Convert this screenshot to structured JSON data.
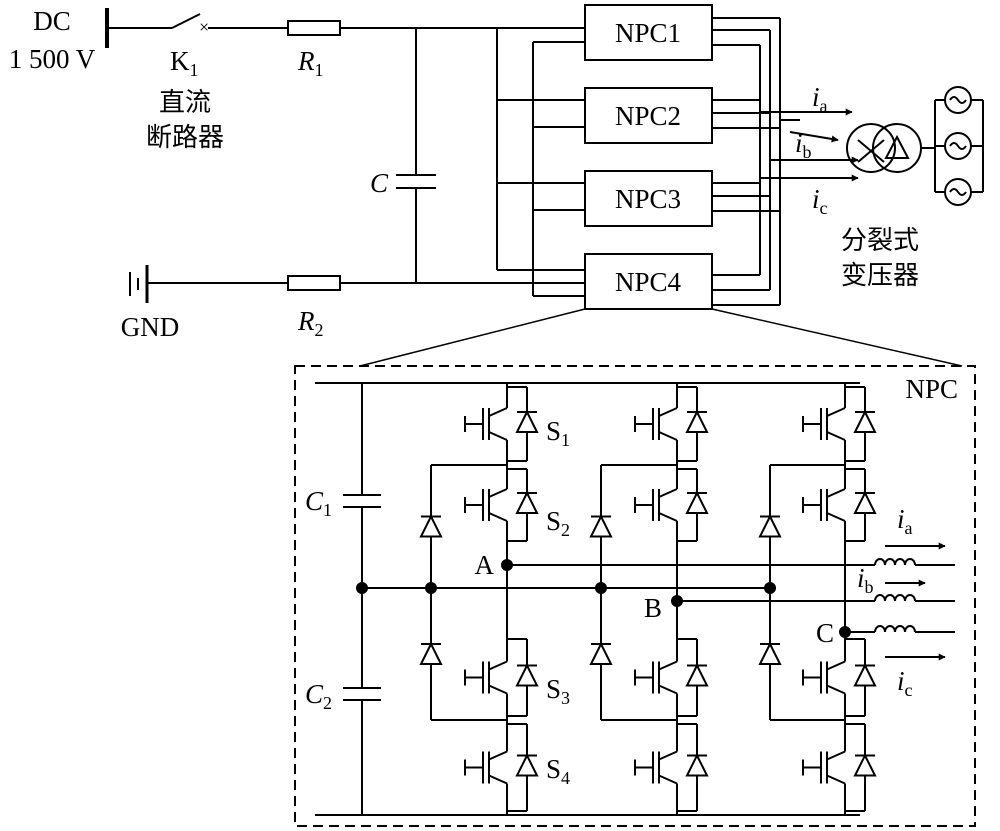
{
  "colors": {
    "line": "#000000",
    "background": "#ffffff"
  },
  "source": {
    "line1": "DC",
    "line2": "1 500 V"
  },
  "switch": {
    "letter": "K",
    "sub": "1"
  },
  "breaker_label": {
    "line1": "直流",
    "line2": "断路器"
  },
  "r1": {
    "letter": "R",
    "sub": "1"
  },
  "r2": {
    "letter": "R",
    "sub": "2"
  },
  "cap": {
    "letter": "C"
  },
  "gnd": {
    "label": "GND"
  },
  "npc_units": [
    "NPC1",
    "NPC2",
    "NPC3",
    "NPC4"
  ],
  "currents_top": [
    {
      "letter": "i",
      "sub": "a"
    },
    {
      "letter": "i",
      "sub": "b"
    },
    {
      "letter": "i",
      "sub": "c"
    }
  ],
  "transformer_label": {
    "line1": "分裂式",
    "line2": "变压器"
  },
  "detail": {
    "title": "NPC",
    "c1": {
      "letter": "C",
      "sub": "1"
    },
    "c2": {
      "letter": "C",
      "sub": "2"
    },
    "switches": [
      {
        "letter": "S",
        "sub": "1"
      },
      {
        "letter": "S",
        "sub": "2"
      },
      {
        "letter": "S",
        "sub": "3"
      },
      {
        "letter": "S",
        "sub": "4"
      }
    ],
    "nodes": [
      "A",
      "B",
      "C"
    ],
    "currents": [
      {
        "letter": "i",
        "sub": "a"
      },
      {
        "letter": "i",
        "sub": "b"
      },
      {
        "letter": "i",
        "sub": "c"
      }
    ]
  }
}
